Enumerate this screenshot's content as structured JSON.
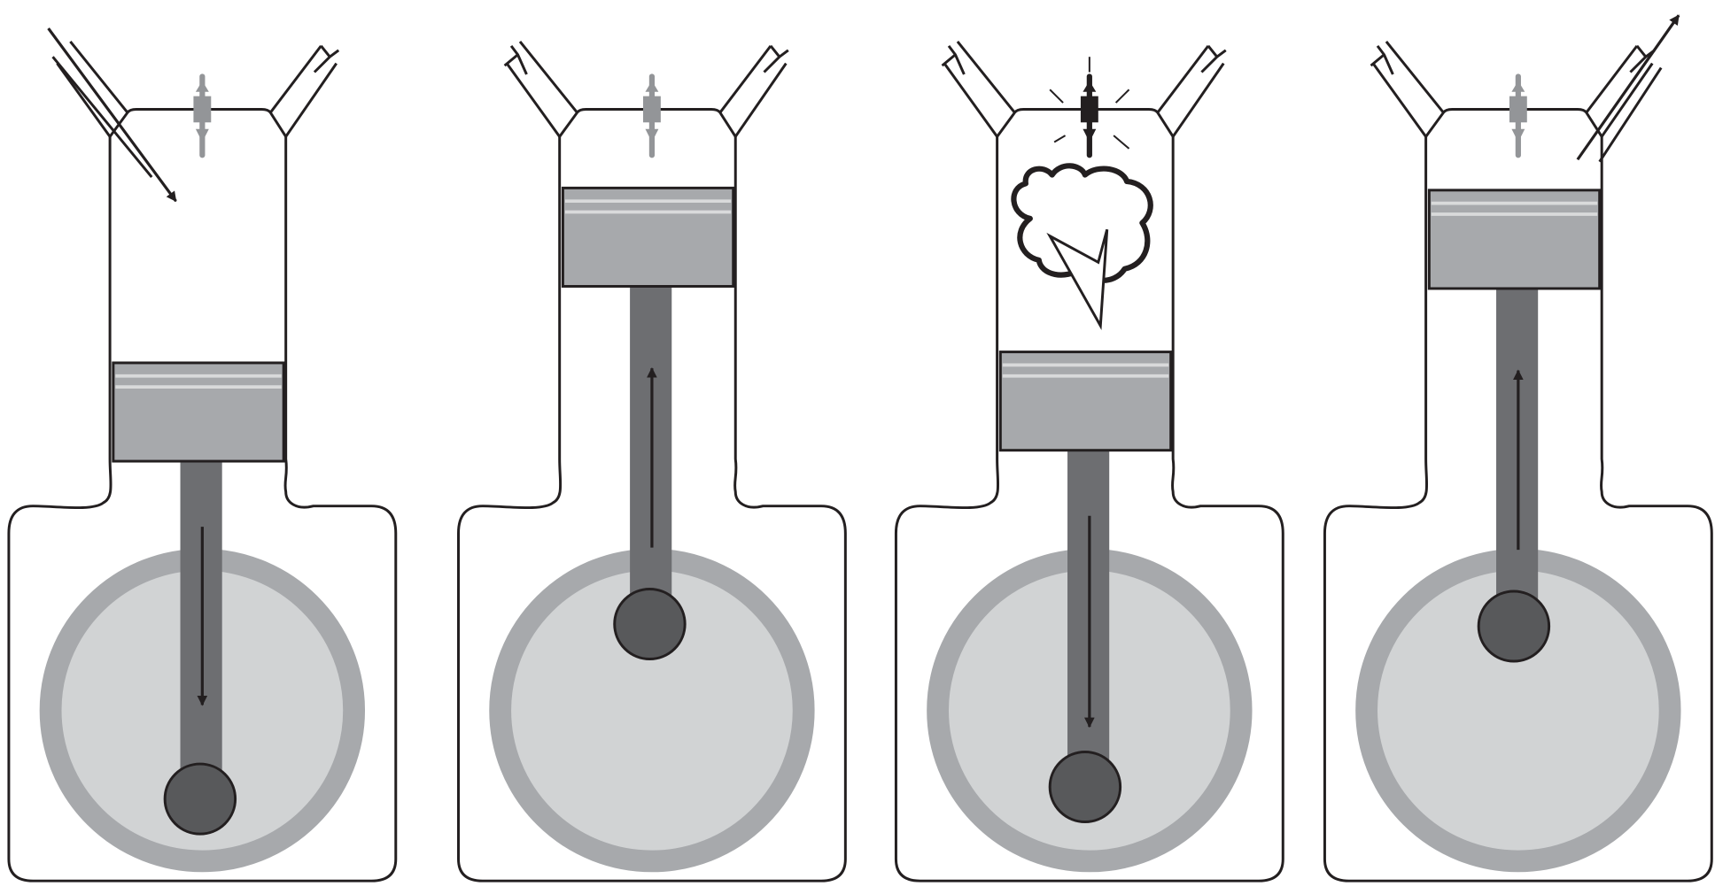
{
  "diagram": {
    "kind": "four-stroke engine cycle",
    "stages": [
      {
        "id": "intake",
        "piston": "down",
        "rod_arrow": "down",
        "intake_valve": "open",
        "exhaust_valve": "closed",
        "gas_arrow": "in",
        "spark": false,
        "explosion": false
      },
      {
        "id": "compression",
        "piston": "up",
        "rod_arrow": "up",
        "intake_valve": "closed",
        "exhaust_valve": "closed",
        "gas_arrow": "none",
        "spark": false,
        "explosion": false
      },
      {
        "id": "power",
        "piston": "down",
        "rod_arrow": "down",
        "intake_valve": "closed",
        "exhaust_valve": "closed",
        "gas_arrow": "none",
        "spark": true,
        "explosion": true
      },
      {
        "id": "exhaust",
        "piston": "up",
        "rod_arrow": "up",
        "intake_valve": "closed",
        "exhaust_valve": "open",
        "gas_arrow": "out",
        "spark": false,
        "explosion": false
      }
    ],
    "colors": {
      "outline": "#231f20",
      "piston": "#a7a9ac",
      "rod": "#6d6e71",
      "crank_pin": "#58595b",
      "crank_ring": "#a7a9ac",
      "crank_fill": "#d1d3d4",
      "ring_line": "#d9dadb",
      "spark_plug_inactive": "#939598"
    }
  }
}
